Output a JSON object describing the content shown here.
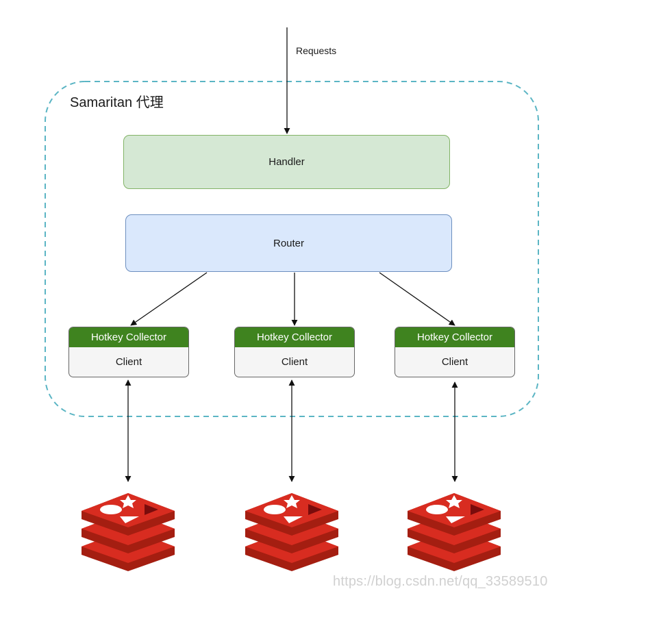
{
  "requests_label": "Requests",
  "proxy": {
    "label": "Samaritan 代理"
  },
  "handler": {
    "label": "Handler"
  },
  "router": {
    "label": "Router"
  },
  "collectors": [
    {
      "header": "Hotkey Collector",
      "body": "Client"
    },
    {
      "header": "Hotkey Collector",
      "body": "Client"
    },
    {
      "header": "Hotkey Collector",
      "body": "Client"
    }
  ],
  "redis_nodes": [
    {
      "icon": "redis-logo-icon"
    },
    {
      "icon": "redis-logo-icon"
    },
    {
      "icon": "redis-logo-icon"
    }
  ],
  "watermark": "https://blog.csdn.net/qq_33589510",
  "colors": {
    "proxy_border": "#5bb5c4",
    "handler_fill": "#d5e8d4",
    "handler_border": "#82b366",
    "router_fill": "#dae8fc",
    "router_border": "#6c8ebf",
    "collector_header": "#3f831f",
    "client_fill": "#f5f5f5",
    "redis_red": "#c6302b"
  }
}
